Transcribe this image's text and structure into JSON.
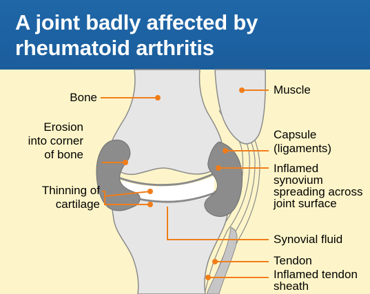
{
  "title": "A joint badly affected by rheumatoid arthritis",
  "colors": {
    "header_bg": "#1d62a3",
    "panel_bg": "#fdf5c9",
    "bone_fill": "#e6e6e6",
    "bone_outline": "#8a8a8a",
    "inflamed_tissue": "#8c8c8c",
    "leader_line": "#f07d1a"
  },
  "labels": {
    "bone": "Bone",
    "erosion": [
      "Erosion",
      "into corner",
      "of bone"
    ],
    "thinning": [
      "Thinning of",
      "cartilage"
    ],
    "muscle": "Muscle",
    "capsule": [
      "Capsule",
      "(ligaments)"
    ],
    "synovium": [
      "Inflamed",
      "synovium",
      "spreading across",
      "joint surface"
    ],
    "synovial_fluid": "Synovial fluid",
    "tendon": "Tendon",
    "tendon_sheath": [
      "Inflamed tendon",
      "sheath"
    ]
  }
}
